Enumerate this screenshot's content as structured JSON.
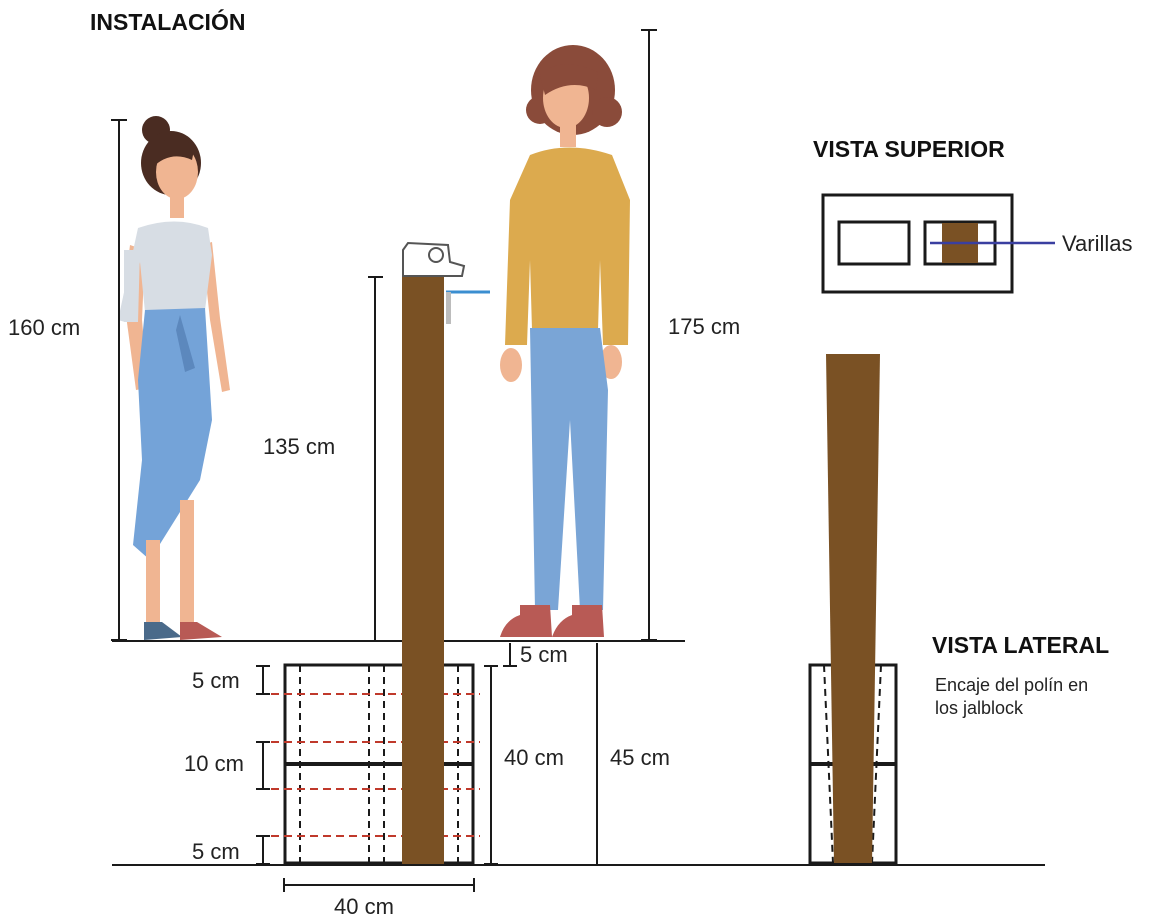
{
  "title": "INSTALACIÓN",
  "top_view": {
    "title": "VISTA SUPERIOR",
    "label": "Varillas"
  },
  "side_view": {
    "title": "VISTA LATERAL",
    "note_line1": "Encaje del polín en",
    "note_line2": "los jalblock"
  },
  "dimensions": {
    "woman_left_height": "160 cm",
    "post_height": "135 cm",
    "woman_right_height": "175 cm",
    "gap_top": "5 cm",
    "block_top_margin": "5 cm",
    "block_middle": "10 cm",
    "block_bottom_margin": "5 cm",
    "block_height": "40 cm",
    "total_depth": "45 cm",
    "block_width": "40 cm"
  },
  "colors": {
    "wood": "#7a5124",
    "line": "#1a1a1a",
    "dash_red": "#c0392b",
    "skin": "#f0b592",
    "hair": "#4a2c22",
    "hair_curly": "#8a4b3a",
    "shirt_gray": "#d7dde4",
    "skirt_blue": "#74a3d8",
    "sweater_yellow": "#dcaa4e",
    "jeans_blue": "#7aa5d6",
    "shoe_red": "#b85a55",
    "varillas_line": "#3a3fa0",
    "shelf_blue": "#3b8ed0"
  }
}
